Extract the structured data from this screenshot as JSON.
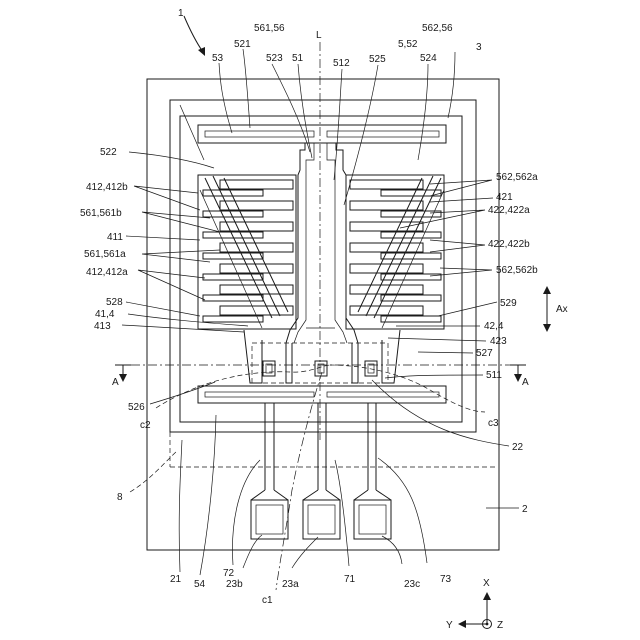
{
  "figure": {
    "labels": {
      "l_1": "1",
      "l_53": "53",
      "l_521": "521",
      "l_561_56": "561,56",
      "l_523": "523",
      "l_51": "51",
      "l_L": "L",
      "l_512": "512",
      "l_525": "525",
      "l_5_52": "5,52",
      "l_562_56": "562,56",
      "l_524": "524",
      "l_3": "3",
      "l_522": "522",
      "l_412_412b": "412,412b",
      "l_561_561b": "561,561b",
      "l_411": "411",
      "l_561_561a": "561,561a",
      "l_412_412a": "412,412a",
      "l_528": "528",
      "l_41_4": "41,4",
      "l_413": "413",
      "l_562_562a": "562,562a",
      "l_421": "421",
      "l_422_422a": "422,422a",
      "l_422_422b": "422,422b",
      "l_562_562b": "562,562b",
      "l_529": "529",
      "l_42_4": "42,4",
      "l_423": "423",
      "l_527": "527",
      "l_511": "511",
      "l_Ax": "Ax",
      "l_A_left": "A",
      "l_A_right": "A",
      "l_526": "526",
      "l_c2": "c2",
      "l_c3": "c3",
      "l_22": "22",
      "l_8": "8",
      "l_2": "2",
      "l_21": "21",
      "l_54": "54",
      "l_72": "72",
      "l_23b": "23b",
      "l_23a": "23a",
      "l_71": "71",
      "l_23c": "23c",
      "l_73": "73",
      "l_c1": "c1",
      "l_X": "X",
      "l_Y": "Y",
      "l_Z": "Z"
    }
  }
}
